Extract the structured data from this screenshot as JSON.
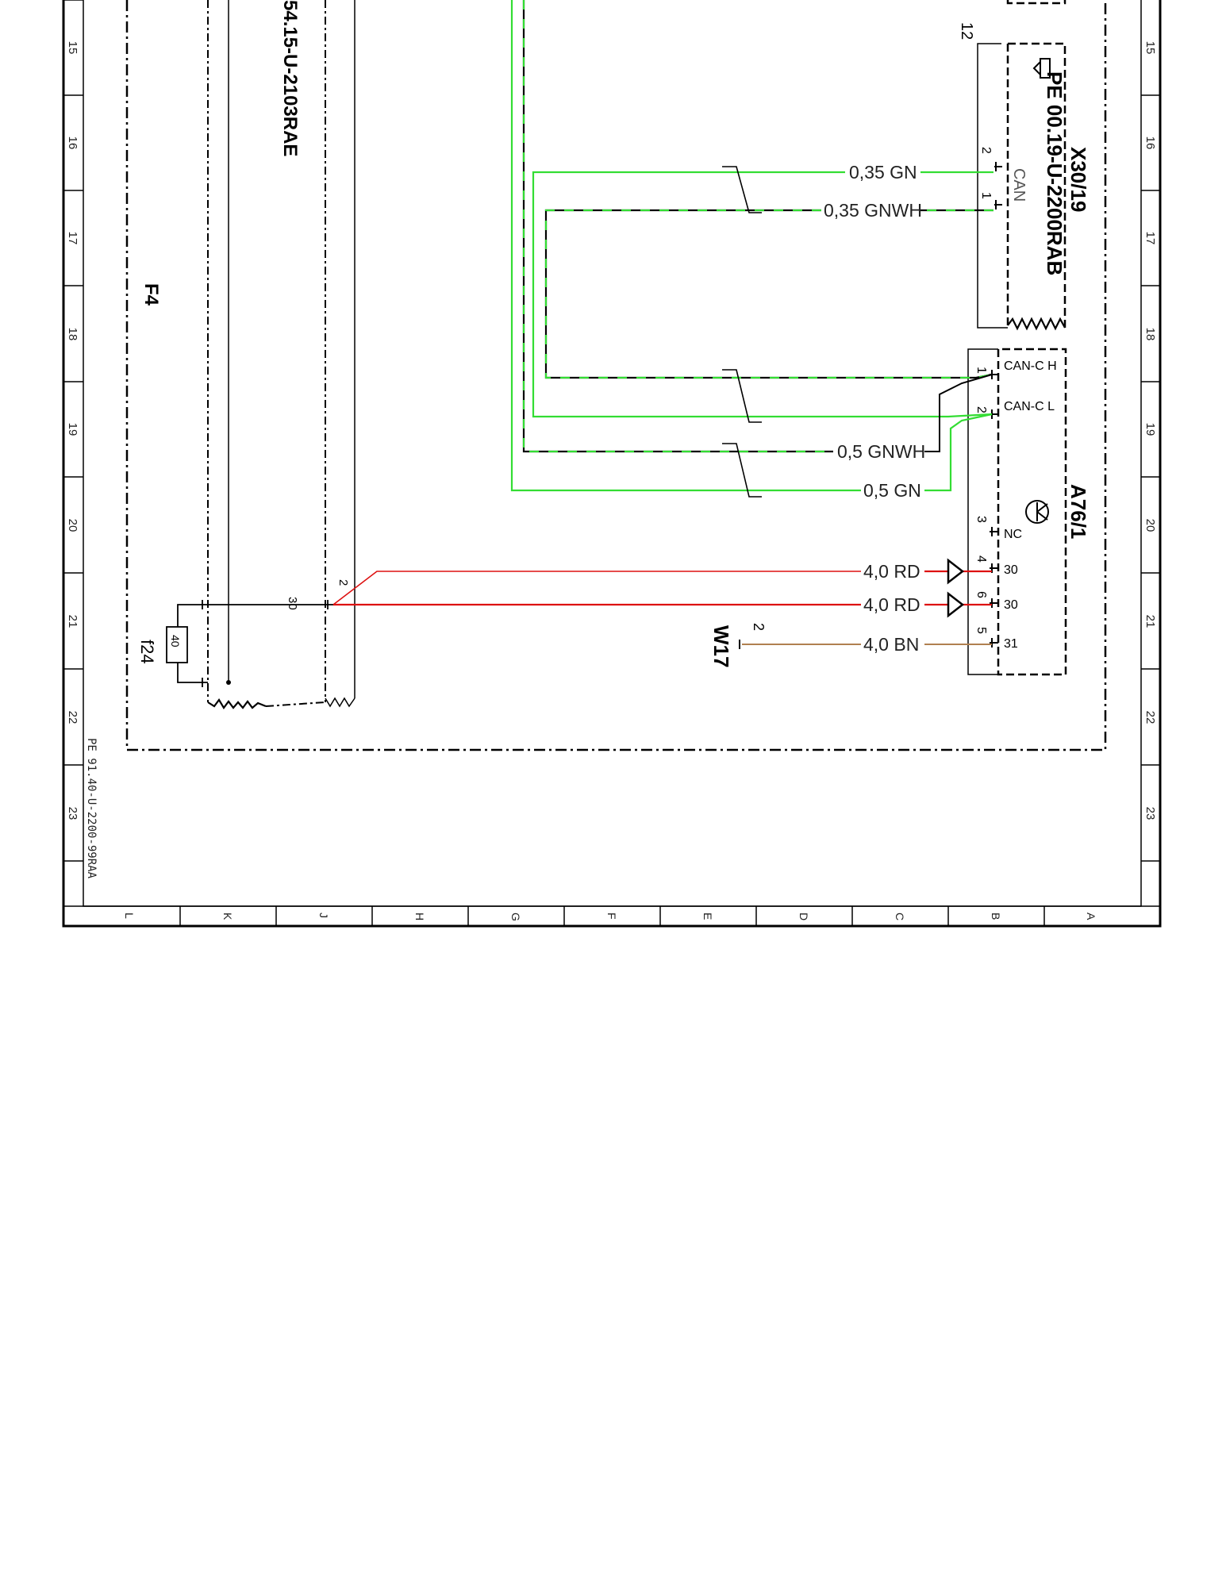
{
  "diagram": {
    "sheet_reference": "PE 91.40-U-2200-99RAA",
    "row_numbers": [
      "15",
      "16",
      "17",
      "18",
      "19",
      "20",
      "21",
      "22",
      "23"
    ],
    "column_letters": [
      "L",
      "K",
      "J",
      "H",
      "G",
      "F",
      "E",
      "D",
      "C",
      "B",
      "A"
    ],
    "components": {
      "fuse_box": {
        "label": "F4",
        "doc_ref": "54.15-U-2103RAE"
      },
      "fuse": {
        "label": "f24",
        "rating": "40",
        "terminal": "30",
        "pin": "2"
      },
      "connector": {
        "label": "X30/19",
        "doc_ref": "PE 00.19-U-2200RAB",
        "type": "CAN",
        "pin_1": "1",
        "pin_2": "2",
        "pin_12": "12"
      },
      "module": {
        "label": "A76/1",
        "pins": [
          {
            "number": "1",
            "name": "CAN-C H"
          },
          {
            "number": "2",
            "name": "CAN-C L"
          },
          {
            "number": "3",
            "name": "NC"
          },
          {
            "number": "4",
            "name": "30"
          },
          {
            "number": "6",
            "name": "30"
          },
          {
            "number": "5",
            "name": "31"
          }
        ]
      },
      "ground": {
        "label": "W17",
        "pin": "2"
      }
    },
    "wires": [
      {
        "label": "0,35 GN",
        "color": "#33dd33"
      },
      {
        "label": "0,35 GNWH",
        "color": "#33dd33"
      },
      {
        "label": "0,5 GNWH",
        "color": "#33dd33"
      },
      {
        "label": "0,5 GN",
        "color": "#33dd33"
      },
      {
        "label": "4,0 RD",
        "color": "#dd1111"
      },
      {
        "label": "4,0 RD",
        "color": "#dd1111"
      },
      {
        "label": "4,0 BN",
        "color": "#b08050"
      }
    ]
  }
}
